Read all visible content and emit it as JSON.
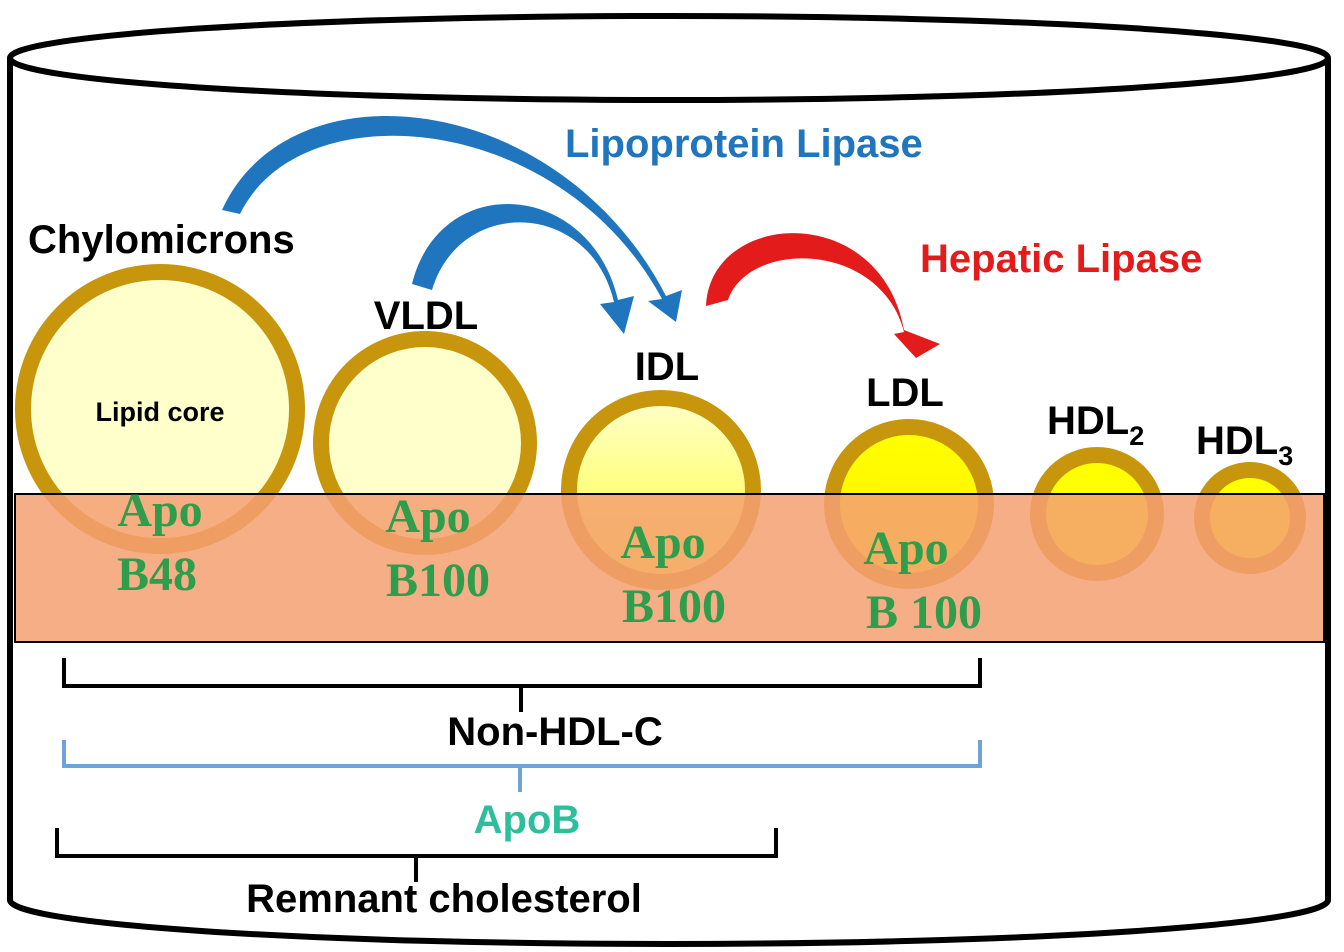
{
  "labels": {
    "chylomicrons": "Chylomicrons",
    "lipid_core": "Lipid core",
    "vldl": "VLDL",
    "idl": "IDL",
    "ldl": "LDL",
    "hdl2_main": "HDL",
    "hdl2_sub": "2",
    "hdl3_main": "HDL",
    "hdl3_sub": "3",
    "lipoprotein_lipase": "Lipoprotein Lipase",
    "hepatic_lipase": "Hepatic Lipase",
    "non_hdl_c": "Non-HDL-C",
    "apob": "ApoB",
    "remnant_cholesterol": "Remnant cholesterol"
  },
  "apo_labels": {
    "chylomicron": [
      "Apo",
      "B48"
    ],
    "vldl": [
      "Apo",
      "B100"
    ],
    "idl": [
      "Apo",
      "B100"
    ],
    "ldl": [
      "Apo",
      "B 100"
    ]
  },
  "colors": {
    "ring": "#C8960C",
    "core_light": "#FFFFCC",
    "core_yellow": "#FFFF00",
    "band": "#F4A072",
    "apo_text": "#2E9E4C",
    "lipoprotein_lipase": "#1F75BE",
    "hepatic_lipase": "#E31B1B",
    "apob_text": "#2DBF9C",
    "apob_bracket": "#6FA3D8"
  }
}
